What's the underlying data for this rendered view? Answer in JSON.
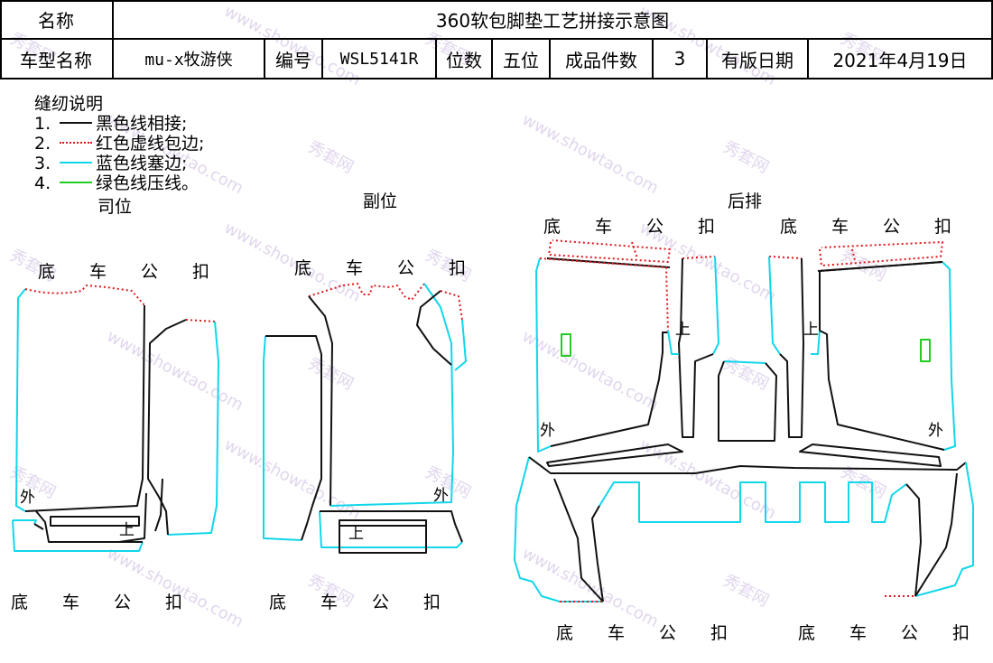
{
  "header": {
    "name_label": "名称",
    "title": "360软包脚垫工艺拼接示意图",
    "model_label": "车型名称",
    "model_value": "mu-x牧游侠",
    "code_label": "编号",
    "code_value": "WSL5141R",
    "seats_label": "位数",
    "seats_value": "五位",
    "pieces_label": "成品件数",
    "pieces_value": "3",
    "date_label": "有版日期",
    "date_value": "2021年4月19日"
  },
  "legend": {
    "title": "缝纫说明",
    "items": [
      {
        "num": "1.",
        "text": "黑色线相接;",
        "color": "#111111"
      },
      {
        "num": "2.",
        "text": "红色虚线包边;",
        "color": "#e0161b"
      },
      {
        "num": "3.",
        "text": "蓝色线塞边;",
        "color": "#12d6ea"
      },
      {
        "num": "4.",
        "text": "绿色线压线。",
        "color": "#22cc22"
      }
    ]
  },
  "sections": {
    "driver": "司位",
    "passenger": "副位",
    "rear": "后排"
  },
  "labels": {
    "bottom_clip": "底车公扣",
    "outside": "外",
    "top": "上"
  },
  "watermark": {
    "cn": "秀套网",
    "en": "www.showtao.com"
  },
  "colors": {
    "black_line": "#111111",
    "red_dotted": "#e0161b",
    "blue_line": "#12d6ea",
    "green_line": "#22cc22"
  }
}
